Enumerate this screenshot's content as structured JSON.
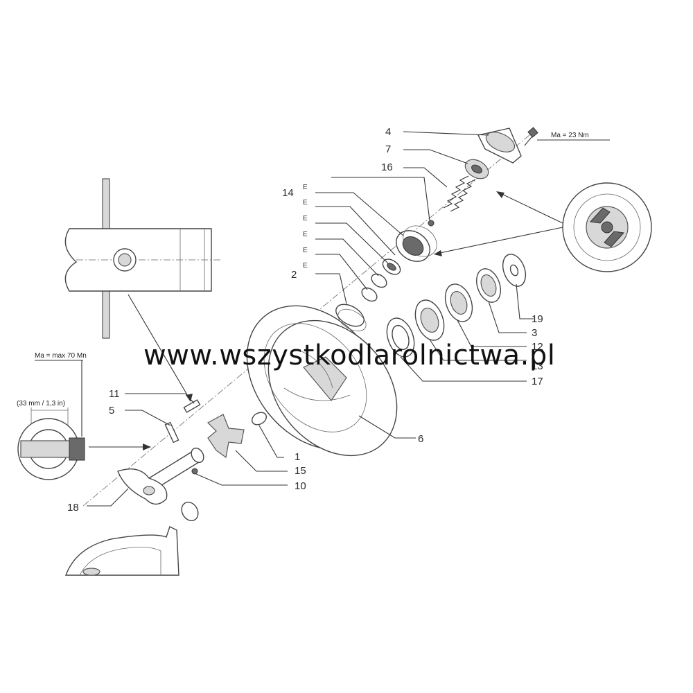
{
  "labels": {
    "l4": "4",
    "l7": "7",
    "l16": "16",
    "l14": "14",
    "l2": "2",
    "l19": "19",
    "l3": "3",
    "l12": "12",
    "l13": "13",
    "l17": "17",
    "l6": "6",
    "l1": "1",
    "l15": "15",
    "l10": "10",
    "l18": "18",
    "l11": "11",
    "l5": "5",
    "e": "E"
  },
  "torque": {
    "top": "Ma = 23 Nm",
    "left": "Ma = max 70 Mn",
    "dimension": "(33 mm / 1,3 in)"
  },
  "watermark": "www.wszystkodlarolnictwa.pl"
}
